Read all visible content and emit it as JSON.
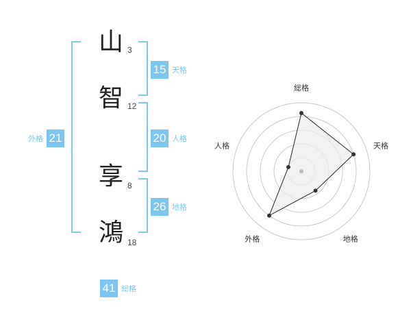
{
  "name": {
    "characters": [
      {
        "char": "山",
        "strokes": "3"
      },
      {
        "char": "智",
        "strokes": "12"
      },
      {
        "char": "享",
        "strokes": "8"
      },
      {
        "char": "鴻",
        "strokes": "18"
      }
    ]
  },
  "fortunes": {
    "tenkaku": {
      "value": "15",
      "label": "天格"
    },
    "jinkaku": {
      "value": "20",
      "label": "人格"
    },
    "chikaku": {
      "value": "26",
      "label": "地格"
    },
    "gaikaku": {
      "value": "21",
      "label": "外格"
    },
    "soukaku": {
      "value": "41",
      "label": "総格"
    }
  },
  "radar": {
    "axes": [
      "総格",
      "天格",
      "地格",
      "外格",
      "人格"
    ],
    "levels": [
      0.85,
      0.8,
      0.35,
      0.8,
      0.2
    ],
    "rings": 5,
    "colors": {
      "fill": "#eeeeee",
      "ring": "#c8c8c8",
      "line": "#222222",
      "point": "#333333"
    }
  }
}
